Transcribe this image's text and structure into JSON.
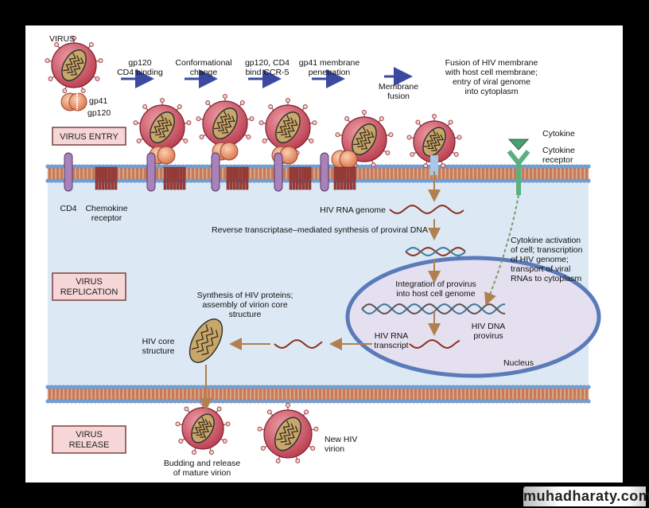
{
  "labels": {
    "virus": "VIRUS",
    "gp41": "gp41",
    "gp120": "gp120",
    "step1": [
      "gp120",
      "CD4 binding"
    ],
    "step2": [
      "Conformational",
      "change"
    ],
    "step3": [
      "gp120, CD4",
      "bind CCR-5"
    ],
    "step4": [
      "gp41 membrane",
      "penetration"
    ],
    "step5": [
      "Membrane",
      "fusion"
    ],
    "fusion_desc": [
      "Fusion of HIV membrane",
      "with host cell membrane;",
      "entry of viral genome",
      "into cytoplasm"
    ],
    "cytokine": "Cytokine",
    "cytokine_receptor": [
      "Cytokine",
      "receptor"
    ],
    "cd4": "CD4",
    "chemokine_receptor": [
      "Chemokine",
      "receptor"
    ],
    "hiv_rna_genome": "HIV RNA genome",
    "reverse_transcriptase": "Reverse transcriptase–mediated synthesis of proviral DNA",
    "cytokine_activation": [
      "Cytokine activation",
      "of cell; transcription",
      "of HIV genome;",
      "transport of viral",
      "RNAs to cytoplasm"
    ],
    "integration": [
      "Integration of provirus",
      "into host cell genome"
    ],
    "hiv_dna_provirus": [
      "HIV DNA",
      "provirus"
    ],
    "hiv_rna_transcript": [
      "HIV RNA",
      "transcript"
    ],
    "nucleus": "Nucleus",
    "synthesis": [
      "Synthesis of HIV proteins;",
      "assembly of virion core",
      "structure"
    ],
    "hiv_core": [
      "HIV core",
      "structure"
    ],
    "budding": [
      "Budding and release",
      "of mature virion"
    ],
    "new_virion": [
      "New HIV",
      "virion"
    ]
  },
  "stages": {
    "entry": "VIRUS ENTRY",
    "replication": [
      "VIRUS",
      "REPLICATION"
    ],
    "release": [
      "VIRUS",
      "RELEASE"
    ]
  },
  "watermark": "muhadharaty.com",
  "colors": {
    "virus": "#c9485a",
    "capsid": "#c8a86a",
    "cytoplasm": "#dce9f4",
    "nucleus": "#e4e0f0",
    "arrow": "#3b4aa0",
    "stage_box": "#f6d6d6"
  }
}
